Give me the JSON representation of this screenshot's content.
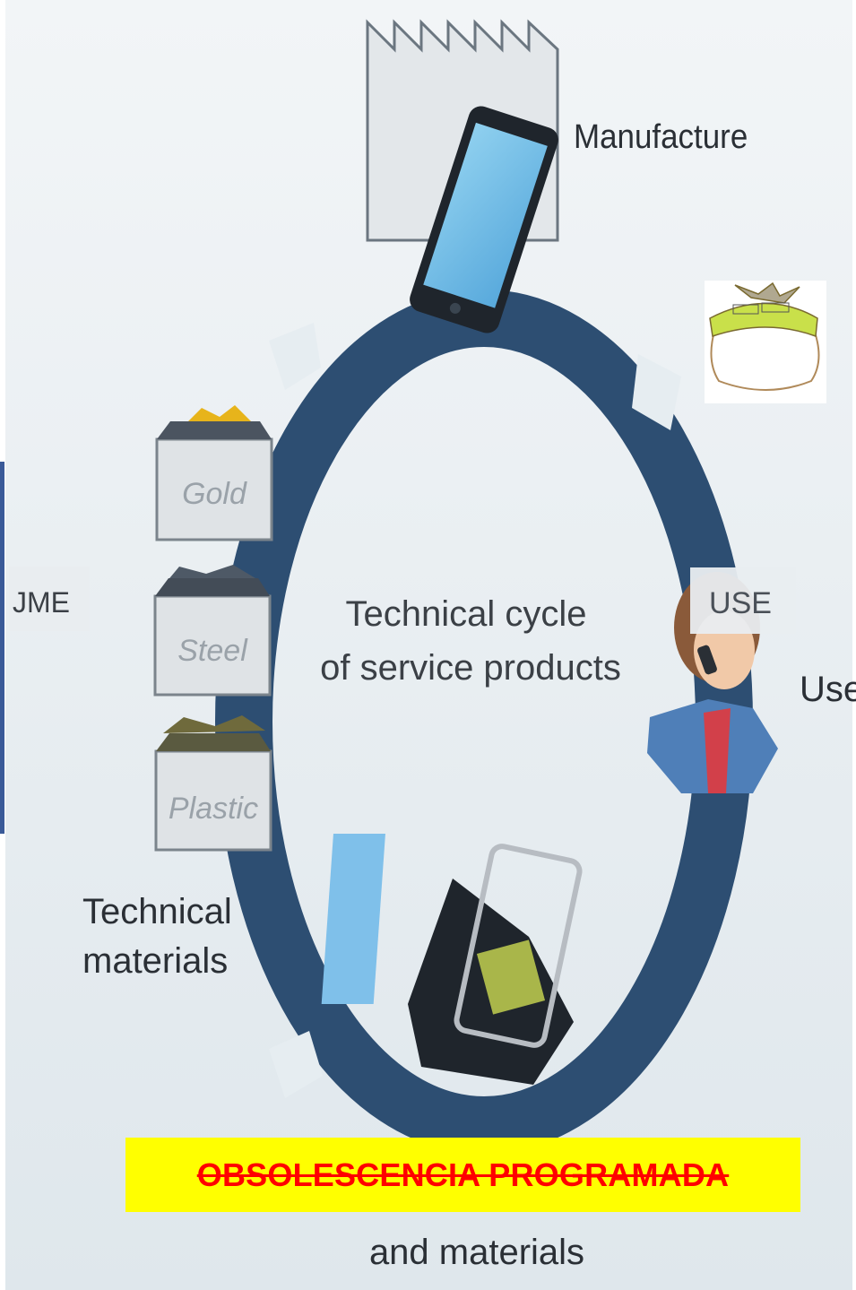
{
  "diagram": {
    "center_line1": "Technical cycle",
    "center_line2": "of service products",
    "manufacture": "Manufacture",
    "use_box": "USE",
    "use": "Use",
    "consume_fragment": "JME",
    "materials": [
      "Gold",
      "Steel",
      "Plastic"
    ],
    "technical_materials_line1": "Technical",
    "technical_materials_line2": "materials",
    "bottom_line2": "and materials"
  },
  "banner": {
    "text": "OBSOLESCENCIA PROGRAMADA"
  },
  "colors": {
    "ring": "#2d4e72",
    "background": "#e6edf1",
    "banner_bg": "#ffff00",
    "banner_text": "#ff0000"
  }
}
